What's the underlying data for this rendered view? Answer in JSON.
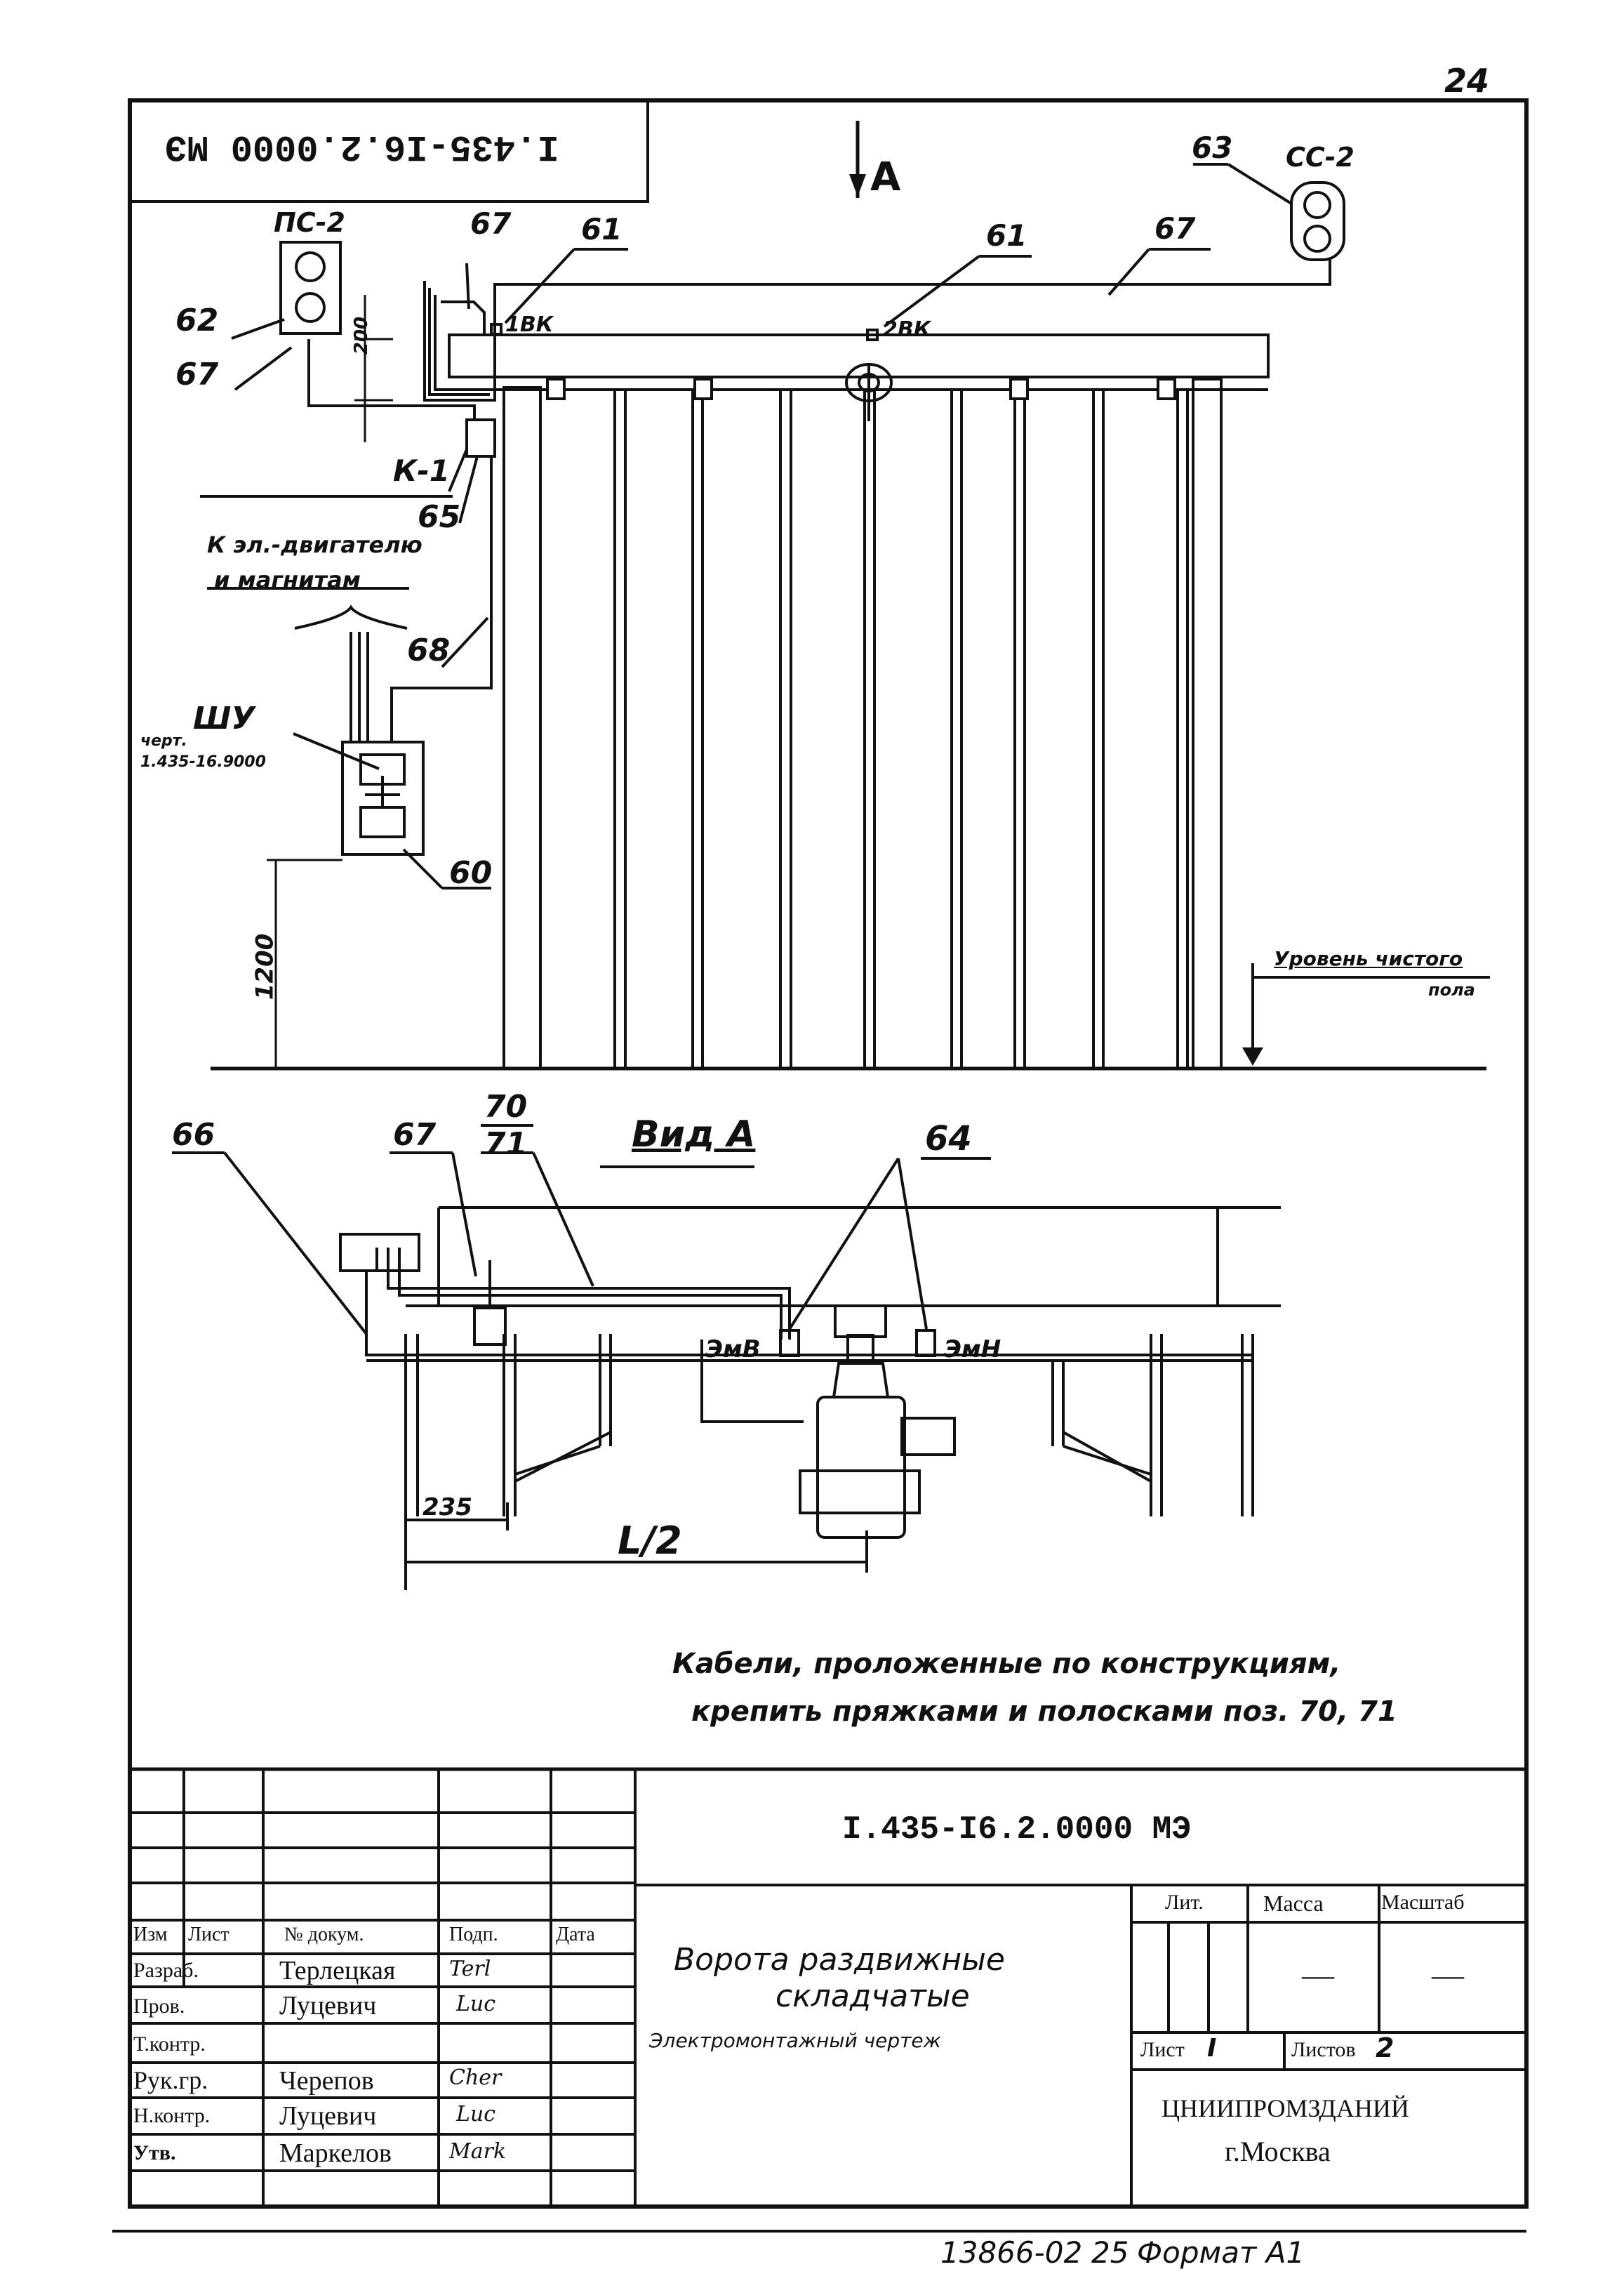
{
  "page_number": "24",
  "stamp_mirrored": "I.435-I6.2.0000 МЭ",
  "view_arrow_label": "А",
  "upper_view": {
    "callouts": [
      "63",
      "СС-2",
      "ПС-2",
      "67",
      "61",
      "61",
      "67",
      "62",
      "67",
      "200",
      "1ВК",
      "2ВК",
      "К-1",
      "65",
      "68",
      "ШУ",
      "60",
      "1200"
    ],
    "motor_note_line1": "К эл.-двигателю",
    "motor_note_line2": "и магнитам",
    "cabinet_ref_line1": "черт.",
    "cabinet_ref_line2": "1.435-16.9000",
    "floor_level_line1": "Уровень чистого",
    "floor_level_line2": "пола"
  },
  "view_a": {
    "title": "Вид А",
    "callouts": [
      "66",
      "67",
      "70",
      "71",
      "64",
      "ЭмВ",
      "ЭмН",
      "235",
      "L/2"
    ]
  },
  "note_line1": "Кабели, проложенные по конструкциям,",
  "note_line2": "крепить пряжками и полосками поз. 70, 71",
  "title_block": {
    "designation": "I.435-I6.2.0000 МЭ",
    "headers": {
      "izm": "Изм",
      "list": "Лист",
      "doc": "№ докум.",
      "sign": "Подп.",
      "date": "Дата"
    },
    "roles": [
      {
        "role": "Разраб.",
        "name": "Терлецкая",
        "sign": "Terl"
      },
      {
        "role": "Пров.",
        "name": "Луцевич",
        "sign": "Luc"
      },
      {
        "role": "Т.контр.",
        "name": "",
        "sign": ""
      },
      {
        "role": "Рук.гр.",
        "name": "Черепов",
        "sign": "Cher"
      },
      {
        "role": "Н.контр.",
        "name": "Луцевич",
        "sign": "Luc"
      },
      {
        "role": "Утв.",
        "name": "Маркелов",
        "sign": "Mark"
      }
    ],
    "product_title_line1": "Ворота раздвижные",
    "product_title_line2": "складчатые",
    "doc_type": "Электромонтажный чертеж",
    "lit_label": "Лит.",
    "mass_label": "Масса",
    "scale_label": "Масштаб",
    "mass_value": "—",
    "scale_value": "—",
    "sheet_label": "Лист",
    "sheet_value": "I",
    "sheets_label": "Листов",
    "sheets_value": "2",
    "org_line1": "ЦНИИПРОМЗДАНИЙ",
    "org_line2": "г.Москва"
  },
  "footer": {
    "archive_number": "13866-02",
    "page_index": "25",
    "format": "Формат А1"
  },
  "colors": {
    "ink": "#111111",
    "paper": "#ffffff"
  }
}
